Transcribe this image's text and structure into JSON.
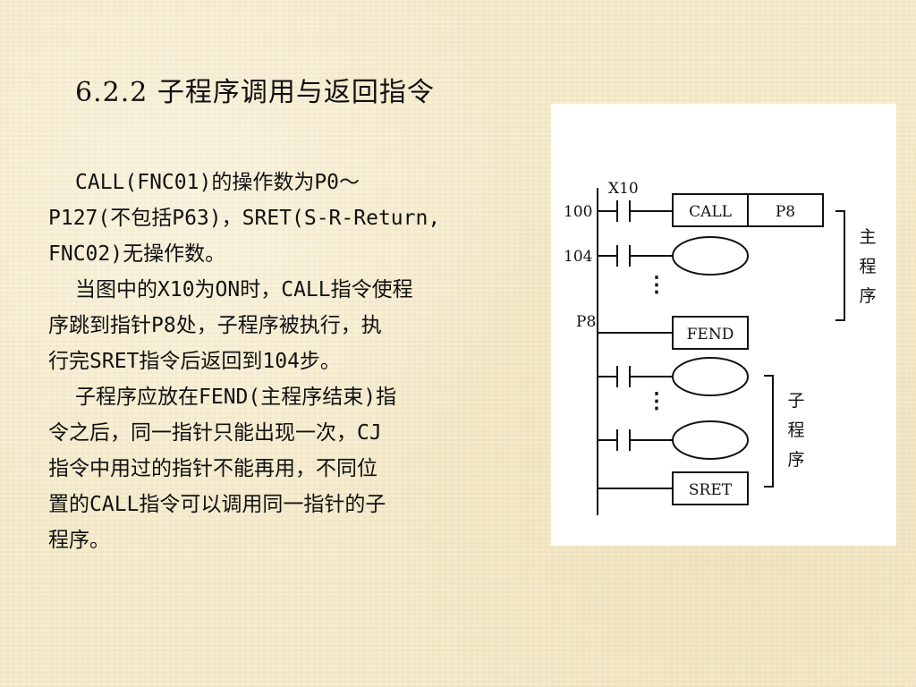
{
  "slide": {
    "title": "6.2.2  子程序调用与返回指令"
  },
  "body": {
    "paragraphs": [
      [
        "CALL(FNC01)的操作数为P0～",
        "P127(不包括P63)，SRET(S-R-Return,",
        "FNC02)无操作数。"
      ],
      [
        "当图中的X10为ON时，CALL指令使程",
        "序跳到指针P8处，子程序被执行，执",
        "行完SRET指令后返回到104步。"
      ],
      [
        "子程序应放在FEND(主程序结束)指",
        "令之后，同一指针只能出现一次，CJ",
        "指令中用过的指针不能再用，不同位",
        "置的CALL指令可以调用同一指针的子",
        "程序。"
      ]
    ]
  },
  "diagram": {
    "step_labels": [
      "100",
      "104",
      "P8"
    ],
    "contact_label": "X10",
    "call_instruction": "CALL",
    "call_operand": "P8",
    "fend_instruction": "FEND",
    "sret_instruction": "SRET",
    "ellipsis": "⋮",
    "main_program_label": [
      "主",
      "程",
      "序"
    ],
    "subroutine_label": [
      "子",
      "程",
      "序"
    ]
  }
}
